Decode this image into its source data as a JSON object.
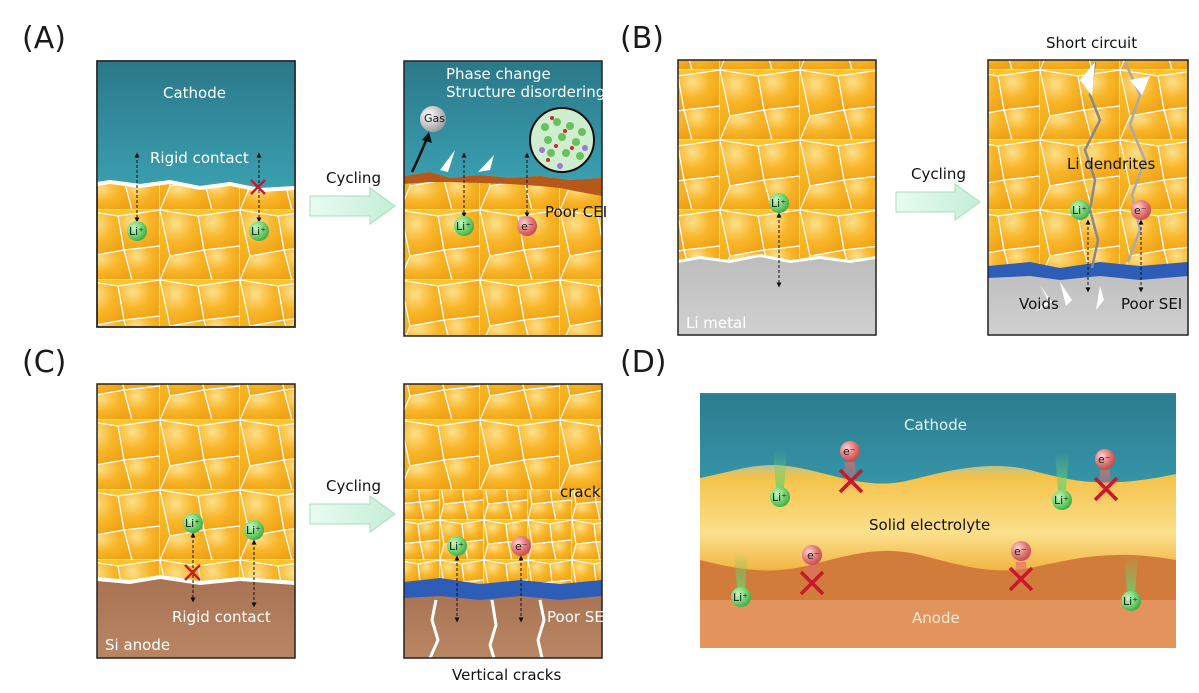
{
  "panels": {
    "a": {
      "label": "(A)",
      "left": {
        "cathode": "Cathode",
        "rigid_contact": "Rigid contact",
        "li_ion_1": "Li⁺",
        "li_ion_2": "Li⁺"
      },
      "arrow": "Cycling",
      "right": {
        "phase_change": "Phase change",
        "structure_disordering": "Structure disordering",
        "gas": "Gas",
        "poor_cei": "Poor CEI",
        "li_ion": "Li⁺",
        "electron": "e⁻"
      }
    },
    "b": {
      "label": "(B)",
      "left": {
        "li_metal": "Li metal",
        "li_ion": "Li⁺"
      },
      "arrow": "Cycling",
      "right": {
        "short_circuit": "Short circuit",
        "li_dendrites": "Li dendrites",
        "li_ion": "Li⁺",
        "electron": "e⁻",
        "voids": "Voids",
        "poor_sei": "Poor SEI"
      }
    },
    "c": {
      "label": "(C)",
      "left": {
        "li_ion_1": "Li⁺",
        "li_ion_2": "Li⁺",
        "rigid_contact": "Rigid contact",
        "si_anode": "Si anode"
      },
      "arrow": "Cycling",
      "right": {
        "crack": "crack",
        "li_ion": "Li⁺",
        "electron": "e⁻",
        "poor_sei": "Poor SEI",
        "vertical_cracks": "Vertical cracks"
      }
    },
    "d": {
      "label": "(D)",
      "cathode": "Cathode",
      "solid_electrolyte": "Solid electrolyte",
      "anode": "Anode",
      "li_ion": "Li⁺",
      "electron": "e⁻",
      "electron_plain": "e⁻"
    }
  },
  "colors": {
    "cathode_blue": "#2f8799",
    "electrolyte_yellow": "#f7b928",
    "li_metal_grey": "#c8c8c8",
    "si_brown": "#b27b58",
    "cei_brown": "#b5581a",
    "sei_blue": "#2e5db8",
    "li_green": "#67c96a",
    "electron_red": "#de6a6a",
    "cross_red": "#c8192b",
    "arrow_mint": "#d9f5e6"
  }
}
